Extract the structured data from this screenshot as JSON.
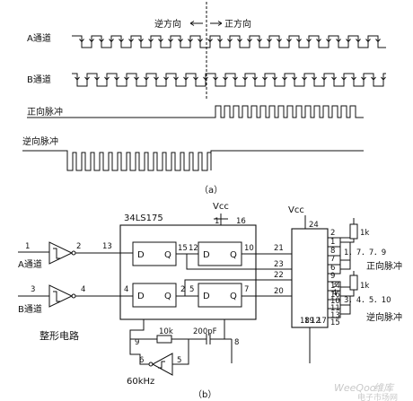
{
  "timing": {
    "dir_reverse": "逆方向",
    "dir_forward": "正方向",
    "ch_a": "A通道",
    "ch_b": "B通道",
    "fwd_pulse": "正向脉冲",
    "rev_pulse": "逆向脉冲",
    "caption": "（a）"
  },
  "circuit": {
    "chip": "34LS175",
    "vcc_left": "Vcc",
    "vcc_right": "Vcc",
    "ch_a": "A通道",
    "ch_b": "B通道",
    "shaper": "整形电路",
    "osc_freq": "60kHz",
    "resistor": "10k",
    "capacitor": "200pF",
    "caption": "（b）",
    "r_label_1": "1k",
    "r_label_2": "1k",
    "fwd_pulse": "正向脉冲",
    "rev_pulse": "逆向脉冲",
    "fwd_pins": "1．7．7．9",
    "rev_pins": "3．4．5．10",
    "d_label": "D",
    "q_label": "Q",
    "pin": {
      "a_in": "1",
      "a_out": "2",
      "a_net": "13",
      "b_in": "3",
      "b_out": "4",
      "b_net": "4",
      "vcc_pin1": "1",
      "vcc_pin16": "16",
      "ff1_q": "15",
      "ff2_d": "12",
      "ff2_q": "10",
      "ff3_q": "2",
      "ff4_d": "5",
      "ff4_q": "7",
      "n21": "21",
      "n23": "23",
      "n22": "22",
      "n20": "20",
      "vcc24": "24",
      "r2": "2",
      "r1": "1",
      "r8": "8",
      "r7": "7",
      "r6": "6",
      "r9": "9",
      "r14": "14",
      "r16": "16",
      "r3": "3",
      "r4": "4",
      "r10": "10",
      "r11": "11",
      "r13": "13",
      "r15": "15",
      "bot18": "18",
      "bot19": "19",
      "bot12": "12",
      "bot17": "17",
      "osc9": "9",
      "osc6": "6",
      "osc5": "5",
      "osc8": "8"
    }
  },
  "watermark": {
    "brand": "WeeQoo",
    "cn": "维库",
    "sub": "电子市场网"
  }
}
